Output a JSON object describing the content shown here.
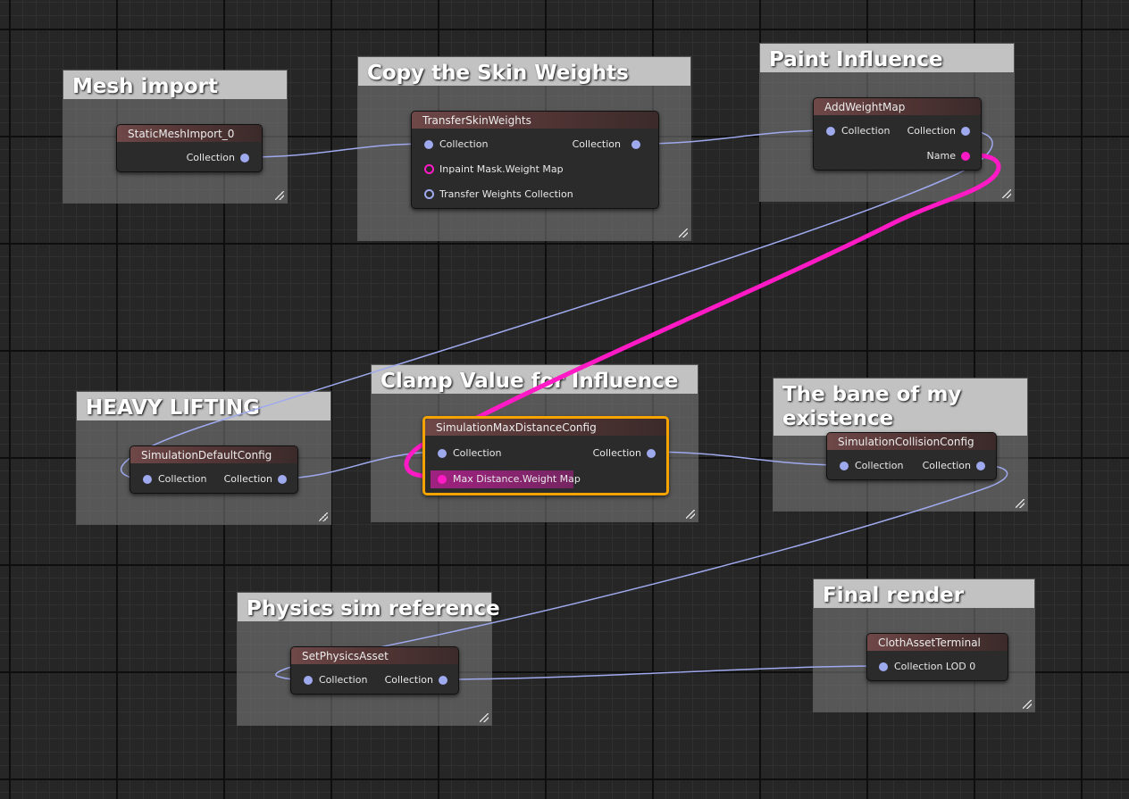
{
  "comments": {
    "mesh_import": "Mesh import",
    "copy_skin_weights": "Copy the Skin Weights",
    "paint_influence": "Paint Influence",
    "heavy_lifting": "HEAVY LIFTING",
    "clamp_value": "Clamp Value for Influence",
    "bane": "The bane of my existence",
    "physics_sim": "Physics sim reference",
    "final_render": "Final render"
  },
  "nodes": {
    "static_mesh_import": {
      "title": "StaticMeshImport_0",
      "out_collection": "Collection"
    },
    "transfer_skin_weights": {
      "title": "TransferSkinWeights",
      "in_collection": "Collection",
      "out_collection": "Collection",
      "inpaint_mask": "Inpaint Mask.Weight Map",
      "transfer_weights": "Transfer Weights Collection"
    },
    "add_weight_map": {
      "title": "AddWeightMap",
      "in_collection": "Collection",
      "out_collection": "Collection",
      "name": "Name"
    },
    "simulation_default_config": {
      "title": "SimulationDefaultConfig",
      "in_collection": "Collection",
      "out_collection": "Collection"
    },
    "simulation_max_distance_config": {
      "title": "SimulationMaxDistanceConfig",
      "in_collection": "Collection",
      "out_collection": "Collection",
      "max_distance": "Max Distance.Weight Map"
    },
    "simulation_collision_config": {
      "title": "SimulationCollisionConfig",
      "in_collection": "Collection",
      "out_collection": "Collection"
    },
    "set_physics_asset": {
      "title": "SetPhysicsAsset",
      "in_collection": "Collection",
      "out_collection": "Collection"
    },
    "cloth_asset_terminal": {
      "title": "ClothAssetTerminal",
      "in_collection": "Collection LOD 0"
    }
  },
  "colors": {
    "collection_wire": "#9fa9ee",
    "weight_map_wire": "#ff1ac6",
    "selection": "#f5a300"
  }
}
